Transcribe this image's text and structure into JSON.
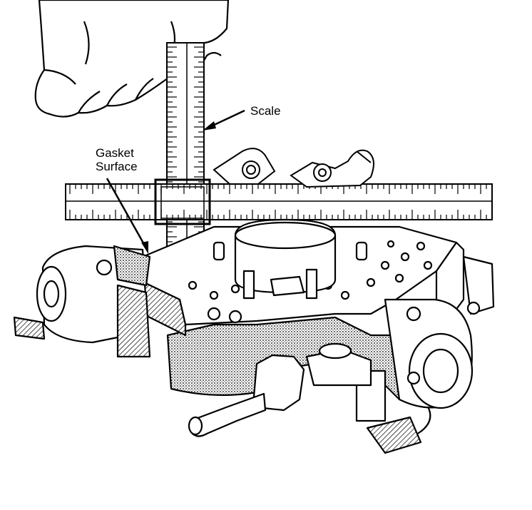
{
  "labels": {
    "scale": "Scale",
    "gasket_line1": "Gasket",
    "gasket_line2": "Surface"
  },
  "colors": {
    "ink": "#000000",
    "paper": "#ffffff",
    "shade": "#8a8a8a"
  },
  "icons": {
    "scale_pointer": "arrow-icon",
    "gasket_pointer": "arrow-icon"
  }
}
